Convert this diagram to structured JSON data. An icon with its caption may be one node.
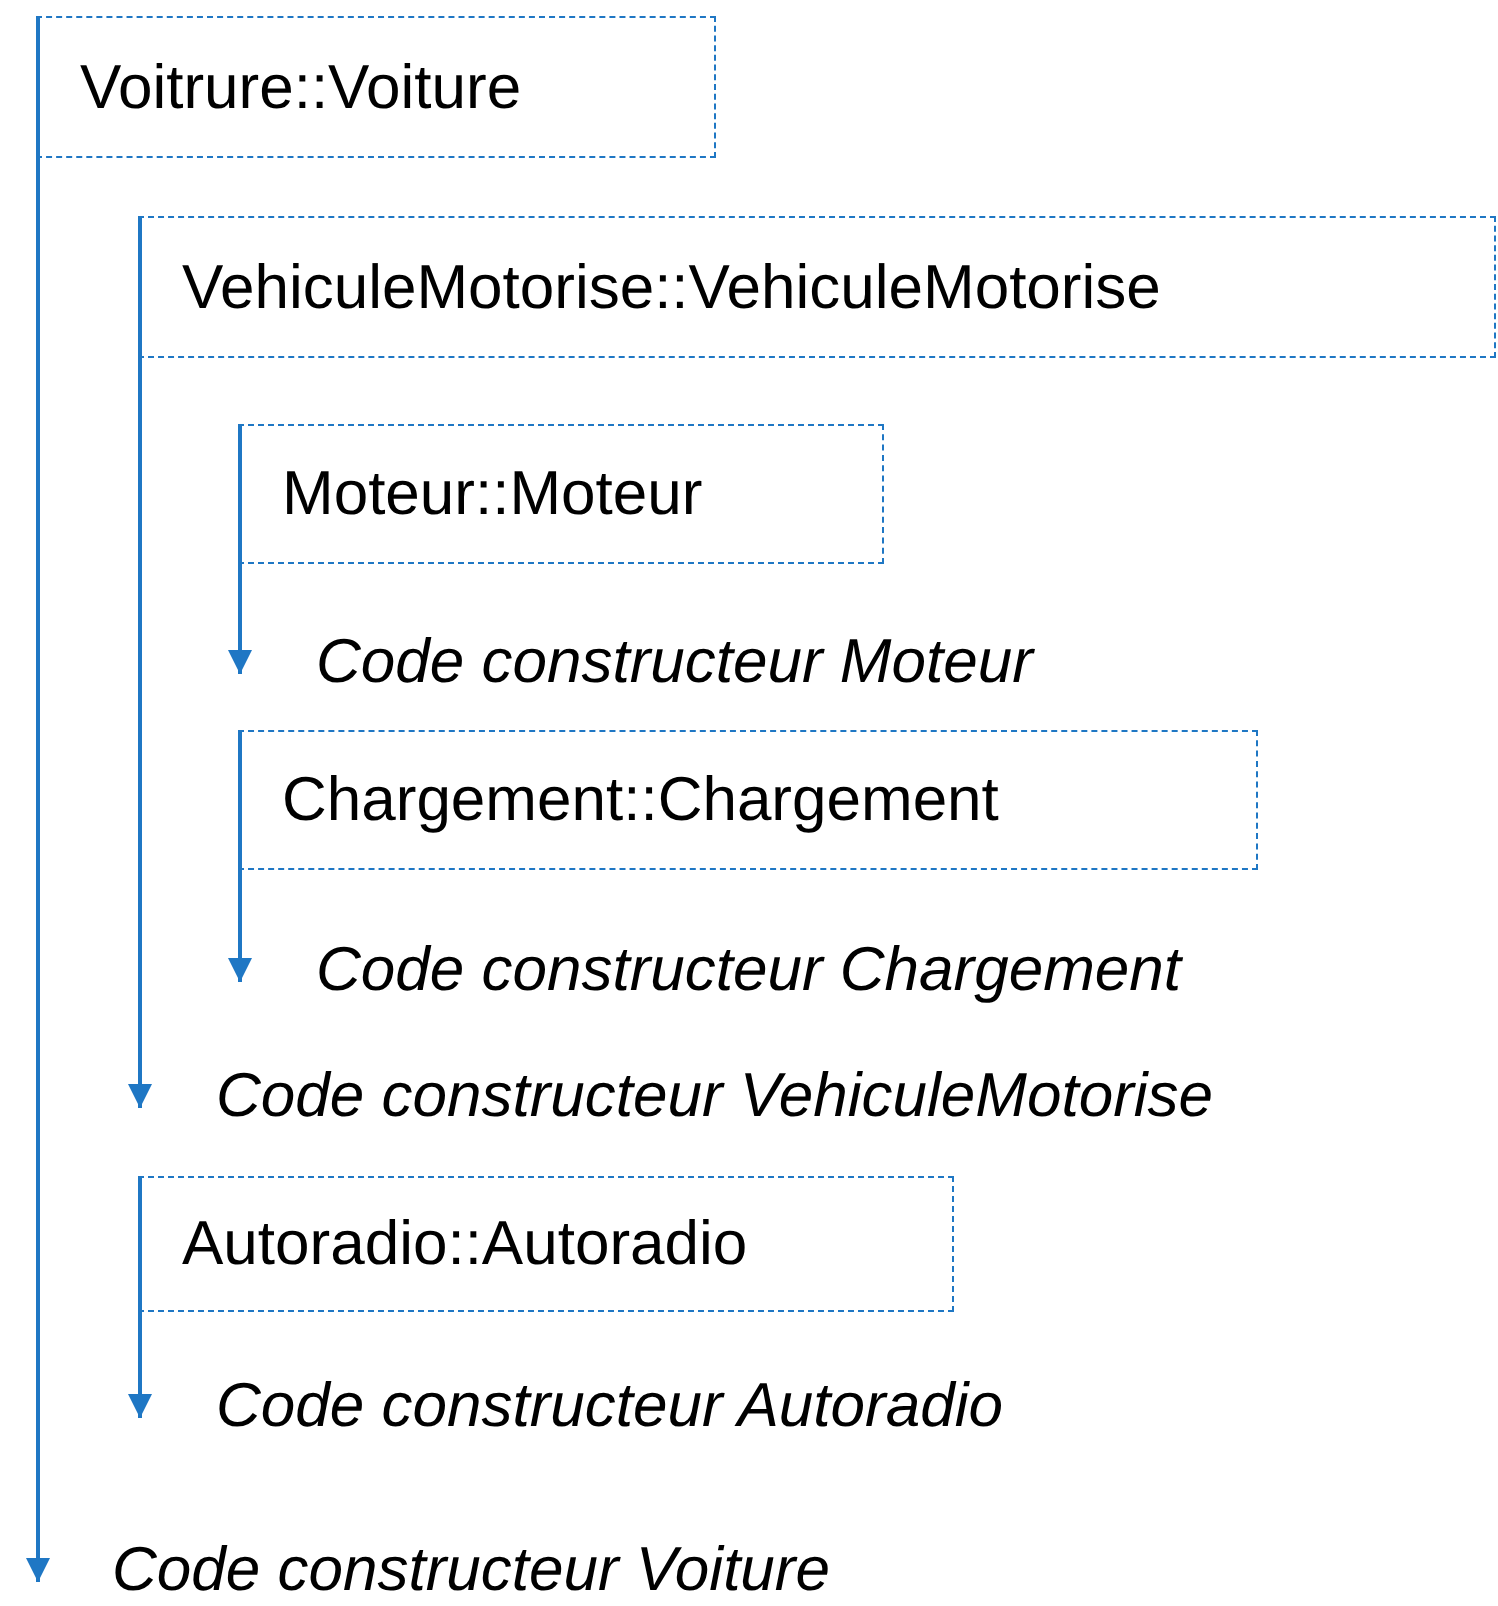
{
  "diagram": {
    "nodes": [
      {
        "text": [
          "Voitrure::Voiture"
        ]
      },
      {
        "text": [
          "VehiculeMotorise::VehiculeMotorise"
        ]
      },
      {
        "text": [
          "Moteur::Moteur"
        ]
      },
      {
        "text": [
          "Code constructeur Moteur"
        ]
      },
      {
        "text": [
          "Chargement::Chargement"
        ]
      },
      {
        "text": [
          "Code constructeur Chargement"
        ]
      },
      {
        "text": [
          "Code constructeur VehiculeMotorise"
        ]
      },
      {
        "text": [
          "Autoradio::Autoradio"
        ]
      },
      {
        "text": [
          "Code constructeur Autoradio"
        ]
      },
      {
        "text": [
          "Code constructeur Voiture"
        ]
      }
    ],
    "edges": [
      {
        "from": 0,
        "to": 9,
        "arrow": "to"
      },
      {
        "from": 1,
        "to": 6,
        "arrow": "to"
      },
      {
        "from": 2,
        "to": 3,
        "arrow": "to"
      },
      {
        "from": 4,
        "to": 5,
        "arrow": "to"
      },
      {
        "from": 7,
        "to": 8,
        "arrow": "to"
      }
    ]
  }
}
